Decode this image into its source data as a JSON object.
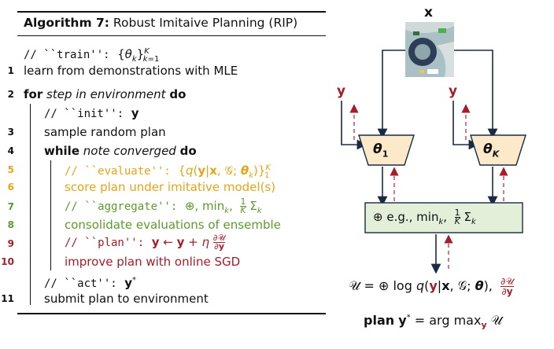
{
  "algorithm": {
    "title_bold": "Algorithm 7:",
    "title_rest": "Robust Imitaive Planning (RIP)",
    "lines": [
      {
        "num": "",
        "text": "// ``train'':  {θk}K k=1"
      },
      {
        "num": "1",
        "text": "learn from demonstrations with MLE"
      },
      {
        "num": "2",
        "kw_for": "for",
        "it": "step in environment",
        "kw_do": "do"
      },
      {
        "num": "",
        "text": "// ``init'':  y"
      },
      {
        "num": "3",
        "text": "sample random plan"
      },
      {
        "num": "4",
        "kw_while": "while",
        "it": "note converged",
        "kw_do": "do"
      },
      {
        "num": "5",
        "text": "// ``evaluate'':  {q(y|x, 𝒢; θk)}K 1"
      },
      {
        "num": "6",
        "text": "score plan under imitative model(s)"
      },
      {
        "num": "7",
        "text": "// ``aggregate'':  ⊕, mink,  1/K Σk"
      },
      {
        "num": "8",
        "text": "consolidate evaluations of ensemble"
      },
      {
        "num": "9",
        "text": "// ``plan'':  y ← y + η ∂𝒰/∂y"
      },
      {
        "num": "10",
        "text": "improve plan with online SGD"
      },
      {
        "num": "",
        "text": "// ``act'':  y*"
      },
      {
        "num": "11",
        "text": "submit plan to environment"
      }
    ]
  },
  "diagram": {
    "x_label": "x",
    "y_left": "y",
    "y_right": "y",
    "theta_1": "θ1",
    "theta_K": "θK",
    "aggregate_box": "⊕ e.g., mink, 1/K Σk",
    "utility": "𝒰 = ⊕ log q(y|x, 𝒢; θ),  ∂𝒰/∂y",
    "plan_bold": "plan",
    "plan_rest": "y* = arg maxy 𝒰"
  },
  "colors": {
    "orange": "#e8a317",
    "green": "#5d9a2c",
    "red": "#a31d2a",
    "navy": "#1a2a44",
    "box_fill": "#e3efd9",
    "trap_fill": "#fbe9c9",
    "grad_dash": "#c0405a"
  }
}
